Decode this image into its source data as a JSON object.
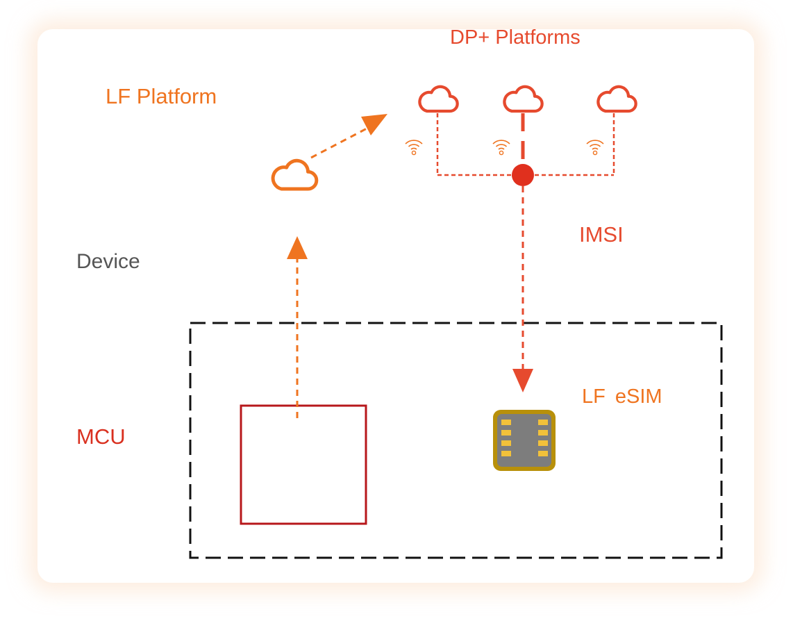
{
  "labels": {
    "dp_platforms": "DP+ Platforms",
    "lf_platform": "LF Platform",
    "imsi": "IMSI",
    "device": "Device",
    "lf_esim": "LF  eSIM",
    "mcu": "MCU"
  },
  "icons": {
    "cloud": "cloud-icon",
    "signal": "wifi-signal-icon",
    "chip": "sim-chip-icon"
  },
  "colors": {
    "orange": "#ef7420",
    "red": "#e64a2e",
    "mcu_border": "#b7171b",
    "chip_frame": "#b8900a",
    "chip_body": "#7d7d7d",
    "chip_pad": "#f2c13a",
    "device_border": "#111111",
    "device_label": "#555555"
  }
}
